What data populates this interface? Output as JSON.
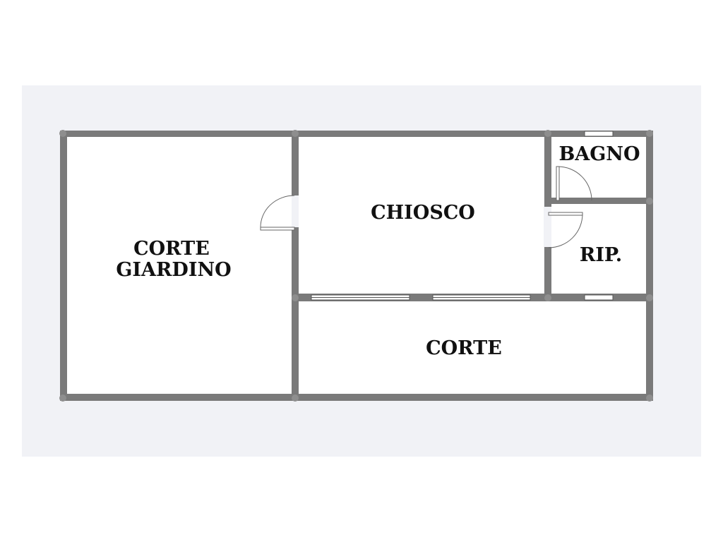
{
  "colors": {
    "backdrop": "#f1f2f6",
    "wall": "#7a7a7a",
    "floor": "#ffffff",
    "label": "#111111"
  },
  "rooms": {
    "corte_giardino": {
      "line1": "CORTE",
      "line2": "GIARDINO"
    },
    "chiosco": {
      "label": "CHIOSCO"
    },
    "bagno": {
      "label": "BAGNO"
    },
    "ripostiglio": {
      "label": "RIP."
    },
    "corte": {
      "label": "CORTE"
    }
  }
}
